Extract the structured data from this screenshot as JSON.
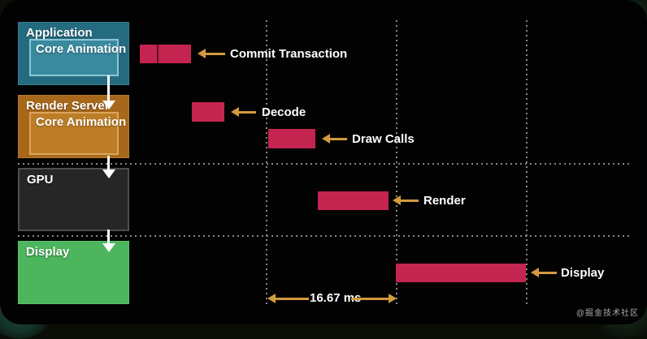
{
  "stages": [
    {
      "label": "Application",
      "inner_label": "Core Animation",
      "color": "#256b80",
      "inner_color": "#3a8a9f"
    },
    {
      "label": "Render Server",
      "inner_label": "Core Animation",
      "color": "#a8681b",
      "inner_color": "#bd7d26"
    },
    {
      "label": "GPU",
      "color": "#262626"
    },
    {
      "label": "Display",
      "color": "#4db55d"
    }
  ],
  "events": [
    {
      "label": "Commit Transaction",
      "stage": "Application",
      "segments": 2
    },
    {
      "label": "Decode",
      "stage": "Render Server",
      "segments": 1
    },
    {
      "label": "Draw Calls",
      "stage": "Render Server",
      "segments": 1
    },
    {
      "label": "Render",
      "stage": "GPU",
      "segments": 1
    },
    {
      "label": "Display",
      "stage": "Display",
      "segments": 1
    }
  ],
  "timeline": {
    "frame_interval_label": "16.67 ms",
    "vsync_line_count": 3
  },
  "watermark": "@掘金技术社区",
  "colors": {
    "background": "#020202",
    "bar": "#c42450",
    "callout_arrow": "#d29a3e",
    "flow_arrow": "#ffffff",
    "gridline": "#9d9d9d"
  }
}
